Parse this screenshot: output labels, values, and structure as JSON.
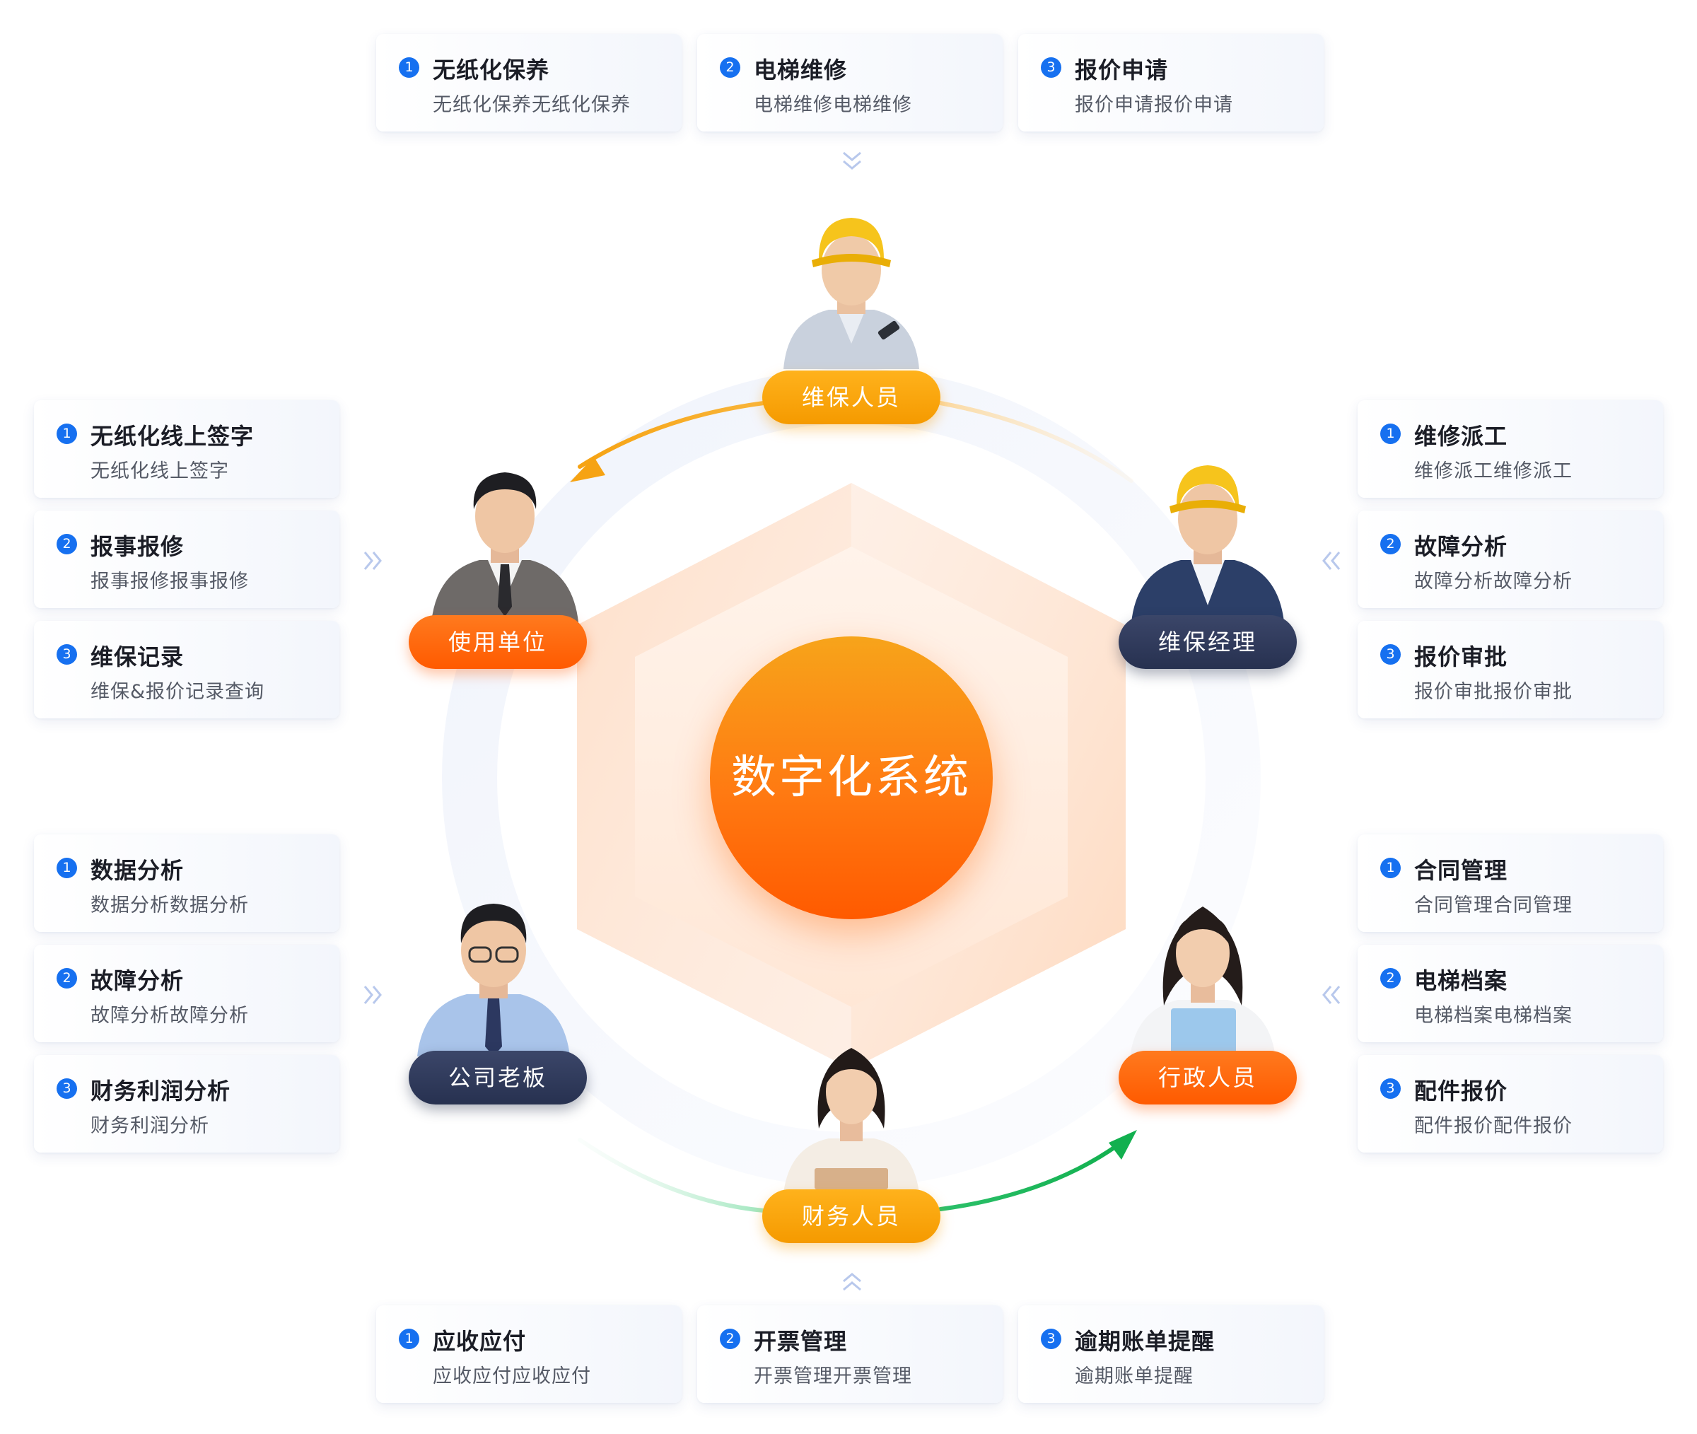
{
  "center": {
    "title": "数字化系统"
  },
  "roles": {
    "maintainer": "维保人员",
    "user_unit": "使用单位",
    "manager": "维保经理",
    "boss": "公司老板",
    "admin": "行政人员",
    "finance": "财务人员"
  },
  "colors": {
    "accent_blue": "#1670f0",
    "orange": "#ff6a00",
    "amber": "#f7a41a",
    "navy": "#2f3a5c",
    "green": "#1db954"
  },
  "groups": {
    "top": [
      {
        "num": "1",
        "title": "无纸化保养",
        "desc": "无纸化保养无纸化保养"
      },
      {
        "num": "2",
        "title": "电梯维修",
        "desc": "电梯维修电梯维修"
      },
      {
        "num": "3",
        "title": "报价申请",
        "desc": "报价申请报价申请"
      }
    ],
    "left_top": [
      {
        "num": "1",
        "title": "无纸化线上签字",
        "desc": "无纸化线上签字"
      },
      {
        "num": "2",
        "title": "报事报修",
        "desc": "报事报修报事报修"
      },
      {
        "num": "3",
        "title": "维保记录",
        "desc": "维保&报价记录查询"
      }
    ],
    "right_top": [
      {
        "num": "1",
        "title": "维修派工",
        "desc": "维修派工维修派工"
      },
      {
        "num": "2",
        "title": "故障分析",
        "desc": "故障分析故障分析"
      },
      {
        "num": "3",
        "title": "报价审批",
        "desc": "报价审批报价审批"
      }
    ],
    "left_bottom": [
      {
        "num": "1",
        "title": "数据分析",
        "desc": "数据分析数据分析"
      },
      {
        "num": "2",
        "title": "故障分析",
        "desc": "故障分析故障分析"
      },
      {
        "num": "3",
        "title": "财务利润分析",
        "desc": "财务利润分析"
      }
    ],
    "right_bottom": [
      {
        "num": "1",
        "title": "合同管理",
        "desc": "合同管理合同管理"
      },
      {
        "num": "2",
        "title": "电梯档案",
        "desc": "电梯档案电梯档案"
      },
      {
        "num": "3",
        "title": "配件报价",
        "desc": "配件报价配件报价"
      }
    ],
    "bottom": [
      {
        "num": "1",
        "title": "应收应付",
        "desc": "应收应付应收应付"
      },
      {
        "num": "2",
        "title": "开票管理",
        "desc": "开票管理开票管理"
      },
      {
        "num": "3",
        "title": "逾期账单提醒",
        "desc": "逾期账单提醒"
      }
    ]
  }
}
